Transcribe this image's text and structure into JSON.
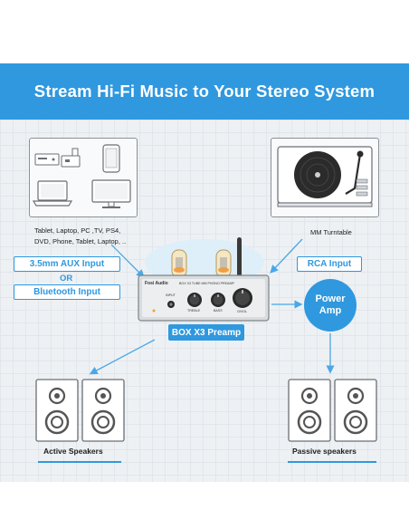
{
  "banner": {
    "title": "Stream Hi-Fi Music to Your Stereo System"
  },
  "sources": {
    "caption_line1": "Tablet, Laptop, PC ,TV, PS4,",
    "caption_line2": "DVD, Phone, Tablet, Laptop, .."
  },
  "turntable": {
    "caption": "MM Turntable"
  },
  "inputs": {
    "aux": "3.5mm AUX Input",
    "or": "OR",
    "bluetooth": "Bluetooth Input",
    "rca": "RCA Input"
  },
  "preamp": {
    "brand": "Fosi Audio",
    "model_text": "BOX X3 TUBE MM PHONO PREAMP",
    "input_label": "INPUT",
    "knob_treble": "TREBLE",
    "knob_bass": "BASS",
    "knob_volume": "O/VOL",
    "label": "BOX X3 Preamp"
  },
  "power_amp": {
    "line1": "Power",
    "line2": "Amp"
  },
  "speakers": {
    "active": "Active Speakers",
    "passive": "Passive speakers"
  },
  "colors": {
    "accent": "#2f98df",
    "arrow": "#4aa8e8"
  }
}
